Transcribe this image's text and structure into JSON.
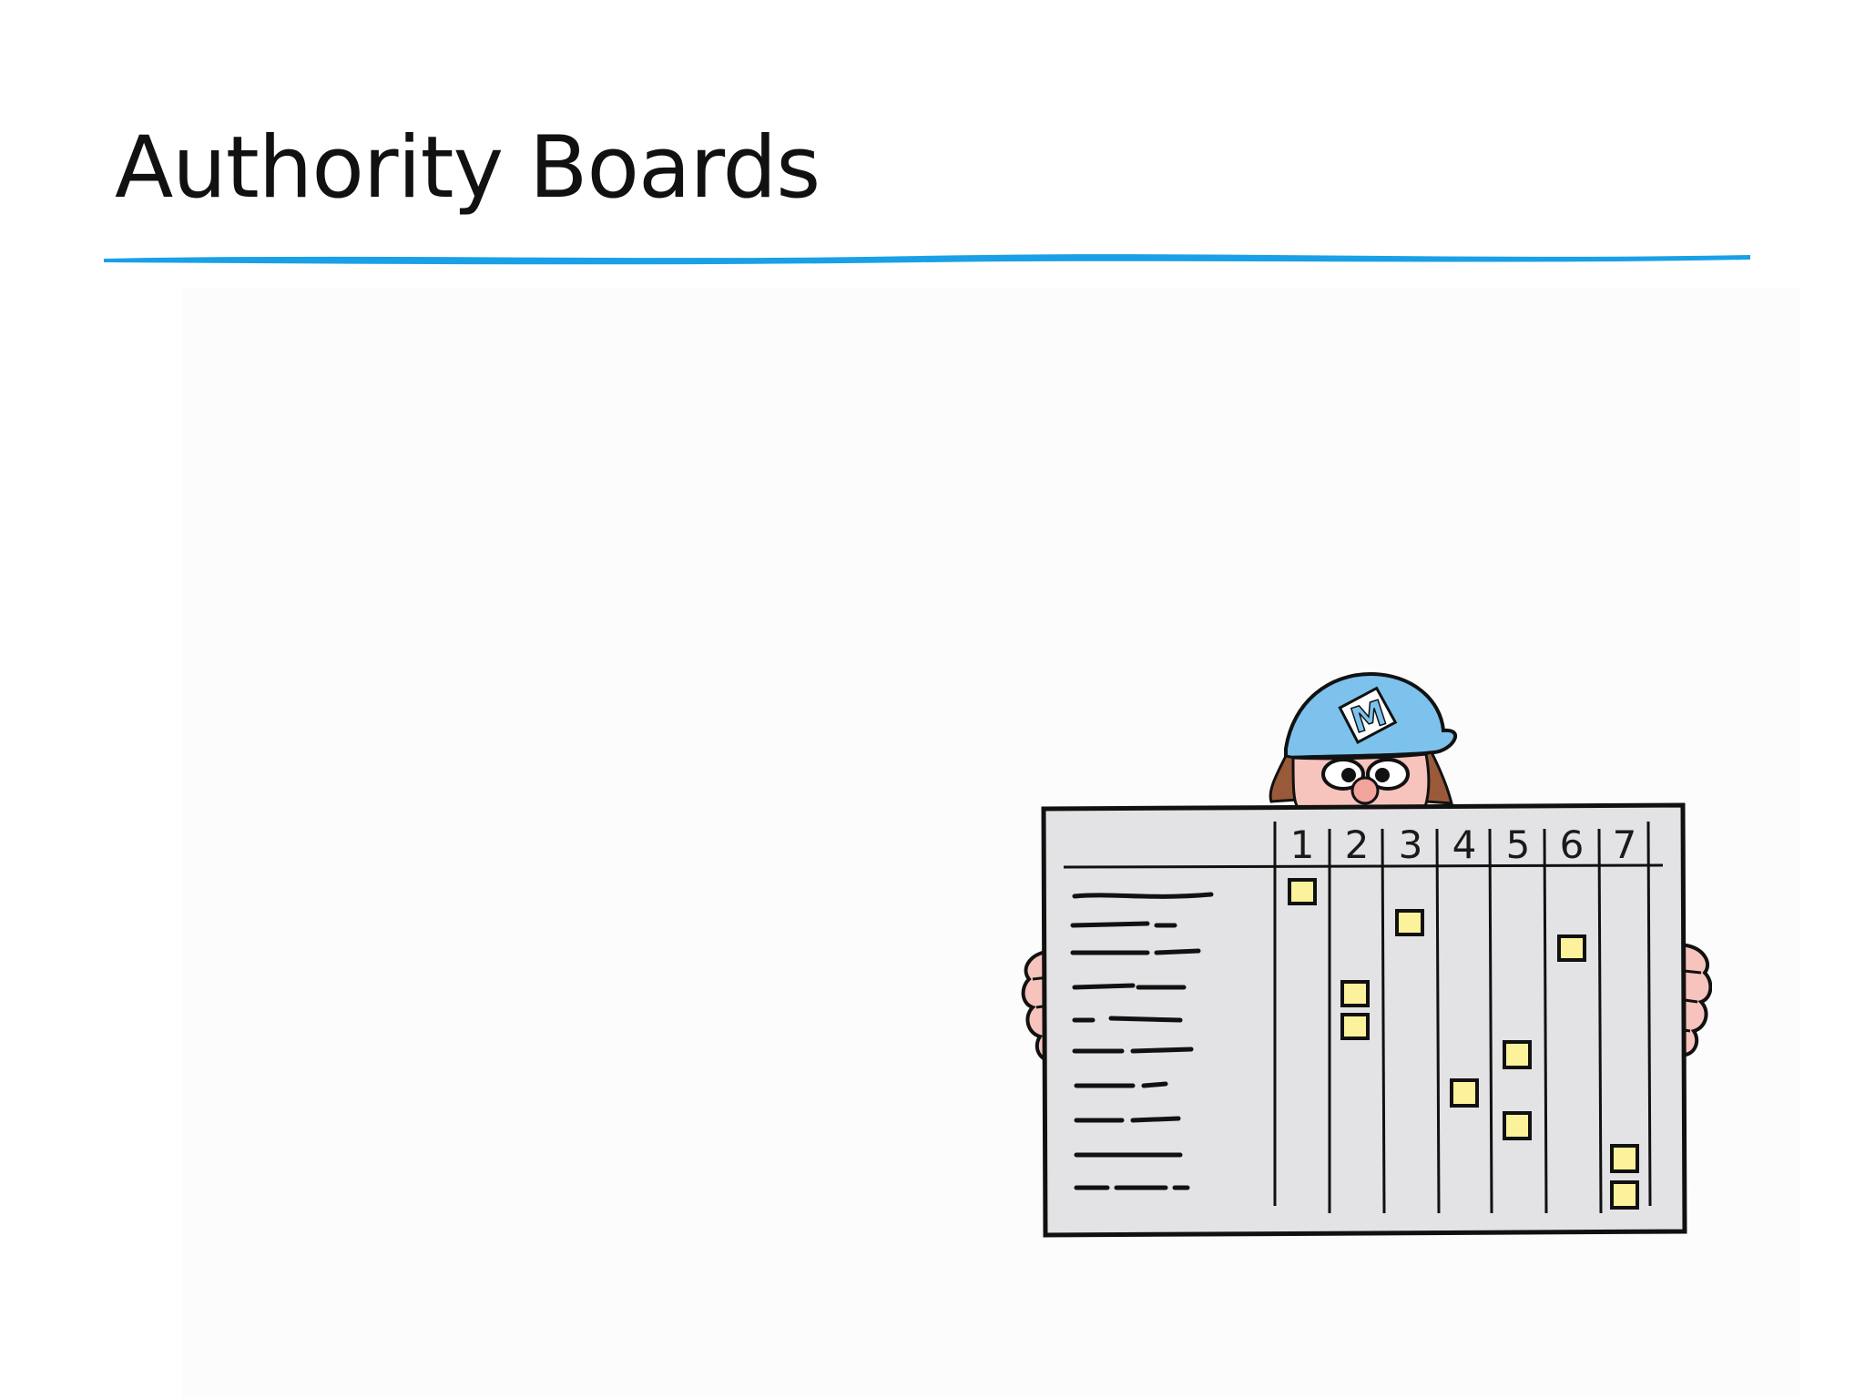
{
  "slide": {
    "title": "Authority Boards",
    "accent_color": "#1aa0e6"
  },
  "illustration": {
    "cap_letter": "M",
    "board_columns": [
      "1",
      "2",
      "3",
      "4",
      "5",
      "6",
      "7"
    ],
    "colors": {
      "cap": "#7cc2ec",
      "board": "#e3e3e5",
      "sticky_note": "#fbf29b",
      "skin": "#f7c3bd",
      "hair": "#9a5a3a"
    }
  }
}
